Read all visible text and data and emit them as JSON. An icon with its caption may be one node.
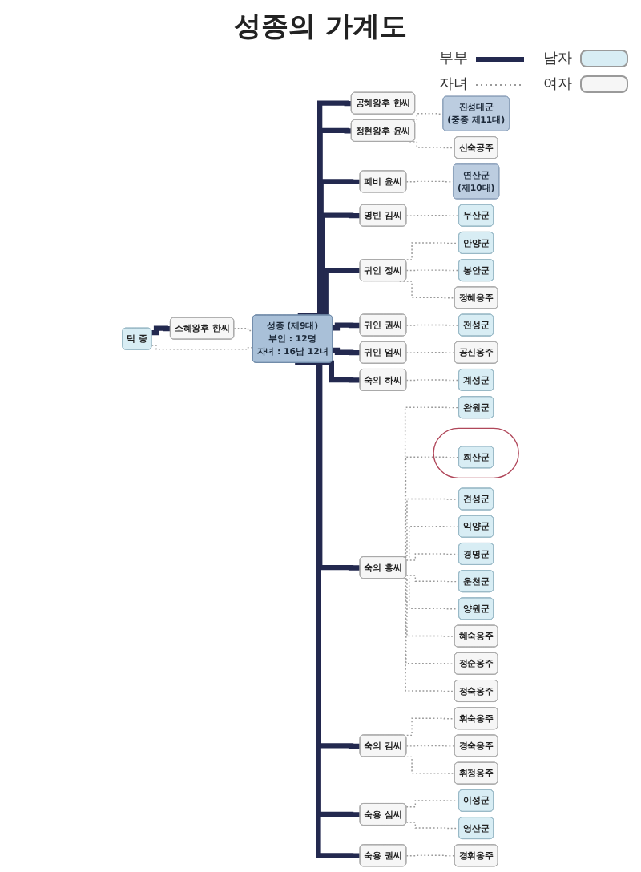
{
  "diagram": {
    "title": "성종의 가계도",
    "nodes": [
      {
        "text": [
          "덕 종"
        ]
      },
      {
        "text": [
          "소혜왕후 한씨"
        ]
      },
      {
        "text": [
          "성종 (제9대)",
          "부인 : 12명",
          "자녀 : 16남 12녀"
        ]
      },
      {
        "text": [
          "공혜왕후 한씨"
        ]
      },
      {
        "text": [
          "정현왕후 윤씨"
        ]
      },
      {
        "text": [
          "폐비 윤씨"
        ]
      },
      {
        "text": [
          "명빈 김씨"
        ]
      },
      {
        "text": [
          "귀인 정씨"
        ]
      },
      {
        "text": [
          "진성대군",
          "(중종 제11대)"
        ]
      },
      {
        "text": [
          "신숙공주"
        ]
      },
      {
        "text": [
          "연산군",
          "(제10대)"
        ]
      },
      {
        "text": [
          "무산군"
        ]
      },
      {
        "text": [
          "안양군"
        ]
      },
      {
        "text": [
          "봉안군"
        ]
      },
      {
        "text": [
          "정혜옹주"
        ]
      },
      {
        "text": [
          "귀인 권씨"
        ]
      },
      {
        "text": [
          "귀인 엄씨"
        ]
      },
      {
        "text": [
          "숙의 하씨"
        ]
      },
      {
        "text": [
          "숙의 홍씨"
        ]
      },
      {
        "text": [
          "숙의 김씨"
        ]
      },
      {
        "text": [
          "전성군"
        ]
      },
      {
        "text": [
          "공신옹주"
        ]
      },
      {
        "text": [
          "계성군"
        ]
      },
      {
        "text": [
          "완원군"
        ]
      },
      {
        "text": [],
        "shape": "ellipse"
      },
      {
        "text": [
          "회산군"
        ],
        "in": 24
      },
      {
        "text": [
          "견성군"
        ]
      },
      {
        "text": [
          "익양군"
        ]
      },
      {
        "text": [
          "경명군"
        ]
      },
      {
        "text": [
          "운천군"
        ]
      },
      {
        "text": [
          "양원군"
        ]
      },
      {
        "text": [
          "혜숙옹주"
        ]
      },
      {
        "text": [
          "정순옹주"
        ]
      },
      {
        "text": [
          "정숙옹주"
        ]
      },
      {
        "text": [
          "휘숙옹주"
        ]
      },
      {
        "text": [
          "경숙옹주"
        ]
      },
      {
        "text": [
          "휘정옹주"
        ]
      },
      {
        "text": [
          "숙용 심씨"
        ]
      },
      {
        "text": [
          "숙용 권씨"
        ]
      },
      {
        "text": [
          "이성군"
        ]
      },
      {
        "text": [
          "영산군"
        ]
      },
      {
        "text": [
          "경휘옹주"
        ]
      }
    ],
    "edges": [
      {
        "from": 0,
        "to": 1,
        "arrow": "none",
        "style": "thick",
        "color": "#23294f"
      },
      {
        "from": 0,
        "to": 2,
        "arrow": "none",
        "style": "dashed"
      },
      {
        "from": 1,
        "to": 2,
        "arrow": "none",
        "style": "dashed"
      },
      {
        "from": 2,
        "to": 3,
        "arrow": "none",
        "style": "thick",
        "color": "#23294f"
      },
      {
        "from": 2,
        "to": 4,
        "arrow": "none",
        "style": "thick",
        "color": "#23294f"
      },
      {
        "from": 2,
        "to": 5,
        "arrow": "none",
        "style": "thick",
        "color": "#23294f"
      },
      {
        "from": 2,
        "to": 6,
        "arrow": "none",
        "style": "thick",
        "color": "#23294f"
      },
      {
        "from": 2,
        "to": 7,
        "arrow": "none",
        "style": "thick",
        "color": "#23294f"
      },
      {
        "from": 4,
        "to": 8,
        "arrow": "none",
        "style": "dashed"
      },
      {
        "from": 4,
        "to": 9,
        "arrow": "none",
        "style": "dashed"
      },
      {
        "from": 5,
        "to": 10,
        "arrow": "none",
        "style": "dashed"
      },
      {
        "from": 6,
        "to": 11,
        "arrow": "none",
        "style": "dashed"
      },
      {
        "from": 7,
        "to": 12,
        "arrow": "none",
        "style": "dashed"
      },
      {
        "from": 7,
        "to": 13,
        "arrow": "none",
        "style": "dashed"
      },
      {
        "from": 7,
        "to": 14,
        "arrow": "none",
        "style": "dashed"
      },
      {
        "from": 2,
        "to": 15,
        "arrow": "none",
        "style": "thick",
        "color": "#23294f"
      },
      {
        "from": 2,
        "to": 16,
        "arrow": "none",
        "style": "thick",
        "color": "#23294f"
      },
      {
        "from": 2,
        "to": 17,
        "arrow": "none",
        "style": "thick",
        "color": "#23294f"
      },
      {
        "from": 2,
        "to": 18,
        "arrow": "none",
        "style": "thick",
        "color": "#23294f"
      },
      {
        "from": 2,
        "to": 19,
        "arrow": "none",
        "style": "thick",
        "color": "#23294f"
      },
      {
        "from": 15,
        "to": 20,
        "arrow": "none",
        "style": "dashed"
      },
      {
        "from": 16,
        "to": 21,
        "arrow": "none",
        "style": "dashed"
      },
      {
        "from": 17,
        "to": 22,
        "arrow": "none",
        "style": "dashed"
      },
      {
        "from": 18,
        "to": 23,
        "arrow": "none",
        "style": "dashed"
      },
      {
        "from": 18,
        "to": 25,
        "arrow": "none",
        "style": "dashed"
      },
      {
        "from": 18,
        "to": 26,
        "arrow": "none",
        "style": "dashed"
      },
      {
        "from": 18,
        "to": 27,
        "arrow": "none",
        "style": "dashed"
      },
      {
        "from": 18,
        "to": 28,
        "arrow": "none",
        "style": "dashed"
      },
      {
        "from": 18,
        "to": 29,
        "arrow": "none",
        "style": "dashed"
      },
      {
        "from": 18,
        "to": 30,
        "arrow": "none",
        "style": "dashed"
      },
      {
        "from": 18,
        "to": 31,
        "arrow": "none",
        "style": "dashed"
      },
      {
        "from": 18,
        "to": 32,
        "arrow": "none",
        "style": "dashed"
      },
      {
        "from": 18,
        "to": 33,
        "arrow": "none",
        "style": "dashed"
      },
      {
        "from": 19,
        "to": 34,
        "arrow": "none",
        "style": "dashed"
      },
      {
        "from": 19,
        "to": 35,
        "arrow": "none",
        "style": "dashed"
      },
      {
        "from": 19,
        "to": 36,
        "arrow": "none",
        "style": "dashed"
      },
      {
        "from": 2,
        "to": 37,
        "arrow": "none",
        "style": "thick",
        "color": "#23294f"
      },
      {
        "from": 2,
        "to": 38,
        "arrow": "none",
        "style": "thick",
        "color": "#23294f"
      },
      {
        "from": 37,
        "to": 39,
        "arrow": "none",
        "style": "dashed"
      },
      {
        "from": 37,
        "to": 40,
        "arrow": "none",
        "style": "dashed"
      },
      {
        "from": 38,
        "to": 41,
        "arrow": "none",
        "style": "dashed"
      }
    ],
    "legend": [
      {
        "text": "부부"
      },
      {
        "text": "자녀"
      },
      {
        "text": "남자",
        "color": "#d8edf4"
      },
      {
        "text": "여자",
        "color": "#f6f6f6"
      }
    ]
  }
}
